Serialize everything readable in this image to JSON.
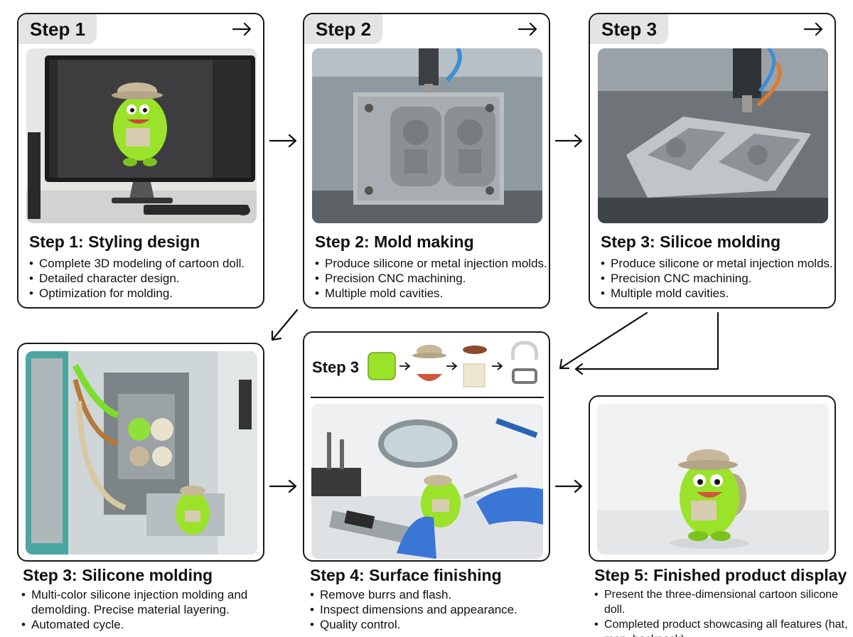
{
  "steps": [
    {
      "tab": "Step 1",
      "title": "Step 1: Styling design",
      "bullets": [
        "Complete 3D modeling of cartoon doll.",
        "Detailed character design.",
        "Optimization for molding."
      ]
    },
    {
      "tab": "Step 2",
      "title": "Step 2: Mold making",
      "bullets": [
        "Produce silicone or metal injection molds.",
        "Precision CNC machining.",
        "Multiple mold cavities."
      ]
    },
    {
      "tab": "Step 3",
      "title": "Step 3: Silicoe molding",
      "bullets": [
        "Produce silicone or metal injection molds.",
        "Precision CNC machining.",
        "Multiple mold cavities."
      ]
    },
    {
      "title": "Step 3: Silicone molding",
      "bullets": [
        "Multi-color silicone injection molding and demolding. Precise material layering.",
        "Automated cycle."
      ]
    },
    {
      "title": "Step 4: Surface finishing",
      "bullets": [
        "Remove burrs and flash.",
        "Inspect dimensions and appearance.",
        "Quality control."
      ]
    },
    {
      "title": "Step 5: Finished product display",
      "bullets": [
        "Present the three-dimensional cartoon silicone doll.",
        "Completed product showcasing all features (hat, map, backpack)."
      ]
    }
  ],
  "assembly": {
    "label": "Step 3"
  },
  "colors": {
    "doll_green": "#9be22b",
    "hat_tan": "#c8b89a",
    "border": "#1a1a1a",
    "tab_bg": "#e4e4e4"
  }
}
